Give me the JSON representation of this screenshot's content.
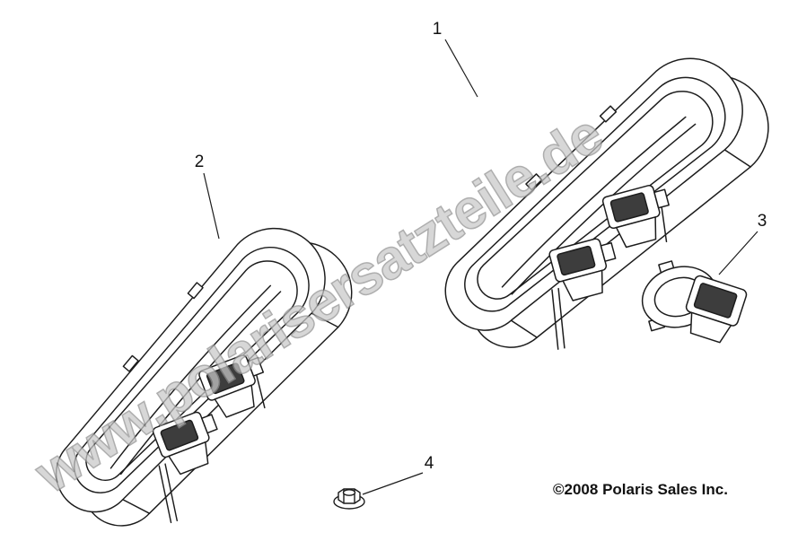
{
  "figure": {
    "callouts": [
      {
        "label": "1"
      },
      {
        "label": "2"
      },
      {
        "label": "3"
      },
      {
        "label": "4"
      }
    ],
    "watermark": "www.polarisersatzteile.de",
    "copyright": "©2008 Polaris Sales Inc.",
    "colors": {
      "line": "#1c1c1c",
      "watermark_fill": "#c9c9c9",
      "watermark_stroke": "#8f8f8f",
      "socket_face": "#3d3d3d",
      "background": "#ffffff"
    }
  }
}
